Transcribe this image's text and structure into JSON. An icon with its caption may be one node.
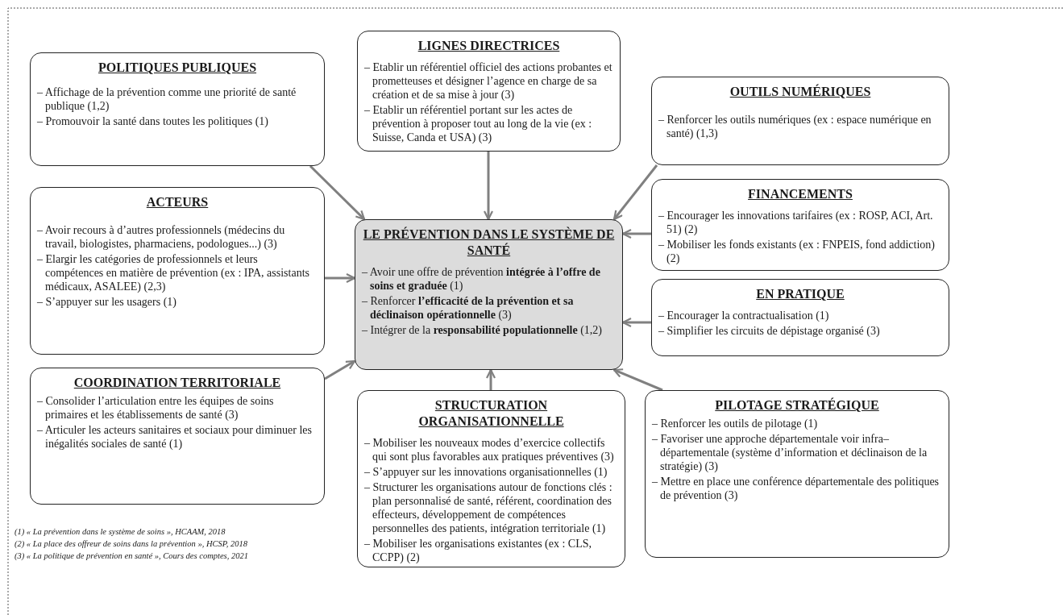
{
  "diagram": {
    "nodes": [
      {
        "text": [
          "POLITIQUES PUBLIQUES",
          "– Affichage de la prévention comme une priorité de santé publique (1,2)",
          "– Promouvoir la santé dans toutes les politiques (1)"
        ]
      },
      {
        "text": [
          "LIGNES DIRECTRICES",
          "– Etablir un référentiel officiel des actions probantes et prometteuses et désigner l’agence en charge de sa création et de sa mise à jour (3)",
          "– Etablir un référentiel portant sur les actes de prévention à proposer tout au long de la vie (ex : Suisse, Canda et USA) (3)"
        ]
      },
      {
        "text": [
          "OUTILS NUMÉRIQUES",
          "– Renforcer les outils numériques (ex : espace numérique en santé) (1,3)"
        ]
      },
      {
        "text": [
          "ACTEURS",
          "– Avoir recours à d’autres professionnels (médecins du travail, biologistes, pharmaciens, podologues...) (3)",
          "– Elargir les catégories de professionnels et leurs compétences en matière de prévention (ex : IPA, assistants médicaux, ASALEE) (2,3)",
          "– S’appuyer sur les usagers (1)"
        ]
      },
      {
        "text": [
          "LE PRÉVENTION DANS LE SYSTÈME DE SANTÉ",
          "– Avoir une offre de prévention **intégrée à l’offre de soins et graduée** (1)",
          "– Renforcer **l’efficacité de la prévention et sa déclinaison opérationnelle** (3)",
          "– Intégrer de la **responsabilité populationnelle** (1,2)"
        ]
      },
      {
        "text": [
          "FINANCEMENTS",
          "– Encourager les innovations tarifaires (ex : ROSP, ACI, Art. 51) (2)",
          "– Mobiliser les fonds existants (ex : FNPEIS, fond addiction) (2)"
        ]
      },
      {
        "text": [
          "EN PRATIQUE",
          "– Encourager la contractualisation (1)",
          "– Simplifier les circuits de dépistage organisé (3)"
        ]
      },
      {
        "text": [
          "COORDINATION TERRITORIALE",
          "– Consolider l’articulation entre les équipes de soins primaires et les établissements de santé (3)",
          "– Articuler les acteurs sanitaires et sociaux pour diminuer les inégalités sociales de santé (1)"
        ]
      },
      {
        "text": [
          "STRUCTURATION ORGANISATIONNELLE",
          "– Mobiliser les nouveaux modes d’exercice collectifs qui sont plus favorables aux pratiques préventives (3)",
          "– S’appuyer sur les innovations organisationnelles (1)",
          "– Structurer les organisations autour de fonctions clés : plan personnalisé de santé, référent, coordination des effecteurs, développement de compétences personnelles des patients, intégration territoriale (1)",
          "– Mobiliser les organisations existantes (ex : CLS, CCPP) (2)"
        ]
      },
      {
        "text": [
          "PILOTAGE STRATÉGIQUE",
          "– Renforcer les outils de pilotage (1)",
          "– Favoriser une approche départementale voir infra–départementale (système d’information et déclinaison de la stratégie) (3)",
          "– Mettre en place une conférence départementale des politiques de prévention (3)"
        ]
      }
    ],
    "edges": [
      {
        "from": 0,
        "to": 4,
        "arrow": "to"
      },
      {
        "from": 1,
        "to": 4,
        "arrow": "to"
      },
      {
        "from": 2,
        "to": 4,
        "arrow": "to"
      },
      {
        "from": 3,
        "to": 4,
        "arrow": "to"
      },
      {
        "from": 5,
        "to": 4,
        "arrow": "to"
      },
      {
        "from": 6,
        "to": 4,
        "arrow": "to"
      },
      {
        "from": 7,
        "to": 4,
        "arrow": "to"
      },
      {
        "from": 8,
        "to": 4,
        "arrow": "to"
      },
      {
        "from": 9,
        "to": 4,
        "arrow": "to"
      }
    ],
    "labels": [
      "(1) « La prévention dans le système de soins », HCAAM, 2018",
      "(2) « La place des offreur de soins dans la prévention », HCSP, 2018",
      "(3) « La politique de prévention en santé », Cours des comptes, 2021"
    ]
  }
}
